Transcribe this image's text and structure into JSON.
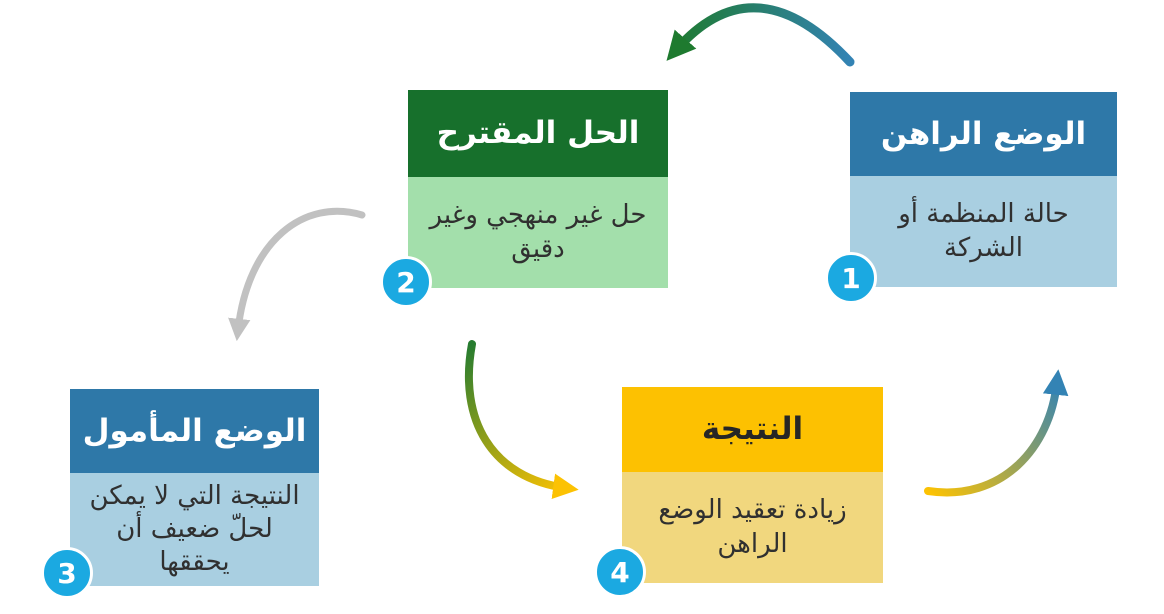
{
  "diagram": {
    "badge_color": "#1BA9E1",
    "boxes": [
      {
        "number": "1",
        "title": "الوضع الراهن",
        "body": "حالة المنظمة أو الشركة",
        "header_color": "#2E78A8",
        "body_color": "#A9CFE1",
        "title_text_color": "#FFFFFF"
      },
      {
        "number": "2",
        "title": "الحل المقترح",
        "body": "حل غير منهجي وغير دقيق",
        "header_color": "#17702C",
        "body_color": "#A3DFAB",
        "title_text_color": "#FFFFFF"
      },
      {
        "number": "3",
        "title": "الوضع المأمول",
        "body": "النتيجة التي لا يمكن لحلّ ضعيف أن يحققها",
        "header_color": "#2E78A8",
        "body_color": "#A9CFE1",
        "title_text_color": "#FFFFFF"
      },
      {
        "number": "4",
        "title": "النتيجة",
        "body": "زيادة تعقيد الوضع الراهن",
        "header_color": "#FDC101",
        "body_color": "#F1D77E",
        "title_text_color": "#262626"
      }
    ],
    "arrows": [
      {
        "from": "الوضع الراهن",
        "to": "الحل المقترح",
        "start_color": "#3383B4",
        "end_color": "#1E7A2F"
      },
      {
        "from": "الحل المقترح",
        "to": "الوضع المأمول",
        "start_color": "#C1C1C1",
        "end_color": "#C1C1C1"
      },
      {
        "from": "الحل المقترح",
        "to": "النتيجة",
        "start_color": "#277C30",
        "end_color": "#FCC203"
      },
      {
        "from": "النتيجة",
        "to": "الوضع الراهن",
        "start_color": "#FCC203",
        "end_color": "#3383B4"
      }
    ]
  }
}
